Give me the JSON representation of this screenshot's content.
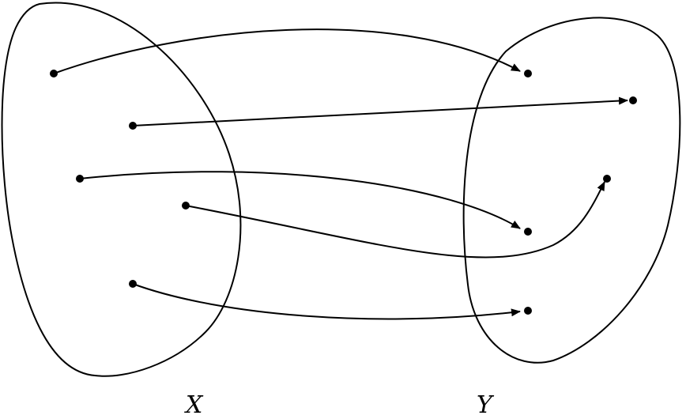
{
  "sets": [
    {
      "id": "X",
      "label": "X"
    },
    {
      "id": "Y",
      "label": "Y"
    }
  ],
  "elements": {
    "X": [
      "x1",
      "x2",
      "x3",
      "x4",
      "x5"
    ],
    "Y": [
      "y1",
      "y2",
      "y3",
      "y4",
      "y5"
    ]
  },
  "mappings": [
    {
      "from": "x1",
      "to": "y1"
    },
    {
      "from": "x2",
      "to": "y2"
    },
    {
      "from": "x3",
      "to": "y4"
    },
    {
      "from": "x4",
      "to": "y3"
    },
    {
      "from": "x5",
      "to": "y5"
    }
  ],
  "colors": {
    "stroke": "#000000",
    "background": "#ffffff"
  }
}
